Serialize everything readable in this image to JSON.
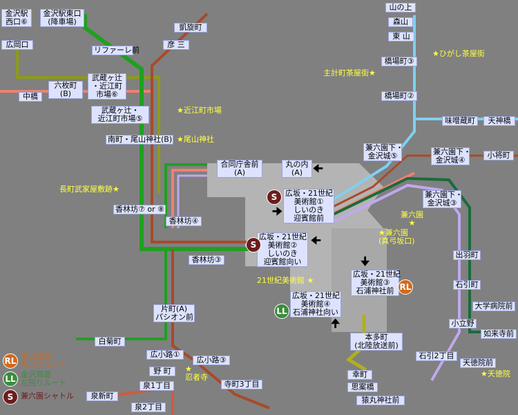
{
  "colors": {
    "background": "#808080",
    "label_bg": "#dde3ff",
    "spot_text": "#ffff40",
    "rl": "#d2691e",
    "ll": "#3c8c3c",
    "shuttle": "#6b1d1d",
    "line_green": "#1fa01f",
    "line_brown": "#a84a2a",
    "line_olive": "#8c9a1a",
    "line_salmon": "#f08070",
    "line_cyan": "#7fd0f0",
    "line_lavender": "#c0a8f0",
    "line_darkgreen": "#1a6b3a",
    "line_yellowolive": "#b0b020"
  },
  "stops": {
    "kanazawa_west": "金沢駅\n西口⑥",
    "kanazawa_east": "金沢駅東口\n(降車場)",
    "hirookaguchi": "広岡口",
    "rifare": "リファーレ前",
    "kitobamachi": "凱旋町",
    "hikoso": "彦 三",
    "yamanoue": "山の上",
    "moriyama": "森山",
    "higashiyama": "東 山",
    "hashibacho3": "橋場町③",
    "hashibacho2": "橋場町②",
    "nakahashi": "中橋",
    "rokumaicho": "六枚町\n(B)",
    "musashi6": "武蔵ヶ辻\n・近江町\n市場⑥",
    "musashi5": "武蔵ヶ辻・\n近江町市場⑤",
    "minamicho": "南町・尾山神社(B)",
    "misokura": "味噌蔵町",
    "tenjinbashi": "天神橋",
    "kenroku_kanazawajo5": "兼六園下・\n金沢城⑤",
    "kenroku_kanazawajo4": "兼六園下・\n金沢城④",
    "koshomachi": "小将町",
    "godochosha": "合同庁舎前\n(A)",
    "marunouchi": "丸の内\n(A)",
    "kenroku_kanazawajo3": "兼六園下・\n金沢城③",
    "korinbo78": "香林坊⑦ or ⑧",
    "korinbo4": "香林坊④",
    "hirosaka1": "広坂・21世紀\n美術館①\nしいのき\n迎賓館前",
    "hirosaka2": "広坂・21世紀\n美術館②\nしいのき\n迎賓館向い",
    "korinbo3": "香林坊③",
    "hirosaka3": "広坂・21世紀\n美術館③\n石浦神社前",
    "hirosaka4": "広坂・21世紀\n美術館④\n石浦神社向い",
    "katamachi": "片町(A)\nパシオン前",
    "shiragikucho": "白菊町",
    "hirokoji1": "広小路①",
    "hirokoji3": "広小路③",
    "nomachi": "野 町",
    "izumi1": "泉1丁目",
    "izumi2": "泉2丁目",
    "teramachi3": "寺町3丁目",
    "izumishinmachi": "泉新町",
    "demachi": "出羽町",
    "ishibikicho": "石引町",
    "daigakubyoin": "大学病院前",
    "kodatsuno": "小立野",
    "nyoraiji": "如来寺前",
    "ishibiki2": "石引2丁目",
    "tentokuinmae": "天徳院前",
    "honda": "本多町\n(北陸放送前)",
    "saiwaimachi": "幸町",
    "shianbashi": "思案橋",
    "saruma": "猿丸神社前"
  },
  "spots": {
    "higashi_chaya": "★ひがし茶屋街",
    "kazuemachi": "主計町茶屋街★",
    "omicho": "★近江町市場",
    "oyama": "★尾山神社",
    "nagamachi": "長町武家屋敷跡★",
    "kenrokuen": "兼六園\n★",
    "kenrokuen_gate": "★兼六園\n(真弓坂口)",
    "museum21": "21世紀美術館 ★",
    "ninjadera": "★\n忍者寺",
    "tentokuin": "★天徳院"
  },
  "legend": {
    "rl_badge": "RL",
    "ll_badge": "LL",
    "s_badge": "S",
    "rl_text": "金沢周遊\n右回りルート",
    "ll_text": "金沢周遊\n左回りルート",
    "s_text": "兼六園シャトル"
  }
}
